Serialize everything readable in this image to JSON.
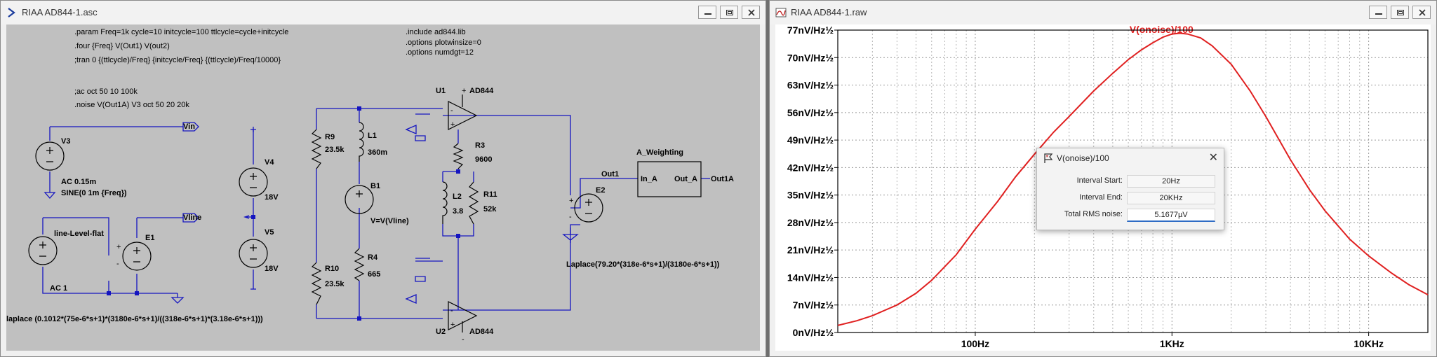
{
  "schematic_window": {
    "title": "RIAA  AD844-1.asc",
    "directives": {
      "param": ".param Freq=1k cycle=10 initcycle=100 ttlcycle=cycle+initcycle",
      "four": ".four {Freq} V(Out1) V(out2)",
      "tran": ";tran 0 {(ttlcycle)/Freq} {initcycle/Freq} {(ttlcycle)/Freq/10000}",
      "ac": ";ac oct 50 10 100k",
      "noise": ".noise V(Out1A) V3 oct 50 20 20k",
      "include": ".include ad844.lib",
      "plotwinsize": ".options plotwinsize=0",
      "numdgt": ".options numdgt=12"
    },
    "components": {
      "v3": {
        "name": "V3",
        "ac": "AC 0.15m",
        "sine": "SINE(0 1m {Freq})"
      },
      "vin_label": "Vin",
      "vline_label": "Vline",
      "line_source": {
        "name": "line-Level-flat",
        "ac": "AC 1"
      },
      "e1": "E1",
      "e1_laplace": "laplace (0.1012*(75e-6*s+1)*(3180e-6*s+1)/((318e-6*s+1)*(3.18e-6*s+1)))",
      "v4": {
        "name": "V4",
        "value": "18V"
      },
      "v5": {
        "name": "V5",
        "value": "18V"
      },
      "r9": {
        "name": "R9",
        "value": "23.5k"
      },
      "r10": {
        "name": "R10",
        "value": "23.5k"
      },
      "l1": {
        "name": "L1",
        "value": "360m"
      },
      "b1": {
        "name": "B1",
        "value": "V=V(Vline)"
      },
      "r4": {
        "name": "R4",
        "value": "665"
      },
      "u1": {
        "name": "U1",
        "part": "AD844"
      },
      "u2": {
        "name": "U2",
        "part": "AD844"
      },
      "r3": {
        "name": "R3",
        "value": "9600"
      },
      "l2": {
        "name": "L2",
        "value": "3.8"
      },
      "r11": {
        "name": "R11",
        "value": "52k"
      },
      "e2": "E2",
      "e2_laplace": "Laplace(79.20*(318e-6*s+1)/(3180e-6*s+1))",
      "out1_label": "Out1",
      "a_weighting": {
        "name": "A_Weighting",
        "in": "In_A",
        "out": "Out_A"
      },
      "out1a_label": "Out1A"
    },
    "colors": {
      "wire": "#1515c0",
      "background": "#c0c0c0",
      "text": "#000000"
    }
  },
  "plot_window": {
    "title": "RIAA  AD844-1.raw",
    "dialog": {
      "title": "V(onoise)/100",
      "rows": [
        {
          "label": "Interval Start:",
          "value": "20Hz"
        },
        {
          "label": "Interval End:",
          "value": "20KHz"
        },
        {
          "label": "Total RMS noise:",
          "value": "5.1677µV"
        }
      ]
    }
  },
  "chart_data": {
    "type": "line",
    "title": "V(onoise)/100",
    "xlabel": "",
    "ylabel": "",
    "x_scale": "log",
    "xlim": [
      20,
      20000
    ],
    "ylim": [
      0,
      77
    ],
    "x_tick_labels": [
      {
        "value": 100,
        "label": "100Hz"
      },
      {
        "value": 1000,
        "label": "1KHz"
      },
      {
        "value": 10000,
        "label": "10KHz"
      }
    ],
    "y_tick_labels": [
      {
        "value": 0,
        "label": "0nV/Hz½"
      },
      {
        "value": 7,
        "label": "7nV/Hz½"
      },
      {
        "value": 14,
        "label": "14nV/Hz½"
      },
      {
        "value": 21,
        "label": "21nV/Hz½"
      },
      {
        "value": 28,
        "label": "28nV/Hz½"
      },
      {
        "value": 35,
        "label": "35nV/Hz½"
      },
      {
        "value": 42,
        "label": "42nV/Hz½"
      },
      {
        "value": 49,
        "label": "49nV/Hz½"
      },
      {
        "value": 56,
        "label": "56nV/Hz½"
      },
      {
        "value": 63,
        "label": "63nV/Hz½"
      },
      {
        "value": 70,
        "label": "70nV/Hz½"
      },
      {
        "value": 77,
        "label": "77nV/Hz½"
      }
    ],
    "grid": true,
    "series": [
      {
        "name": "V(onoise)/100",
        "color": "#e02020",
        "x": [
          20,
          25,
          30,
          40,
          50,
          60,
          80,
          100,
          130,
          160,
          200,
          250,
          300,
          400,
          500,
          600,
          700,
          800,
          900,
          1000,
          1100,
          1200,
          1400,
          1600,
          2000,
          2500,
          3000,
          4000,
          5000,
          6000,
          8000,
          10000,
          13000,
          16000,
          20000
        ],
        "values": [
          1.8,
          3.0,
          4.3,
          7.0,
          10.0,
          13.3,
          19.8,
          26.3,
          33.4,
          39.6,
          45.4,
          51.0,
          55.0,
          61.5,
          66.0,
          69.5,
          72.0,
          73.8,
          75.2,
          76.0,
          76.2,
          76.0,
          75.0,
          73.0,
          68.3,
          61.5,
          55.0,
          44.0,
          36.4,
          31.0,
          23.8,
          19.5,
          15.2,
          12.2,
          9.6
        ]
      }
    ]
  }
}
